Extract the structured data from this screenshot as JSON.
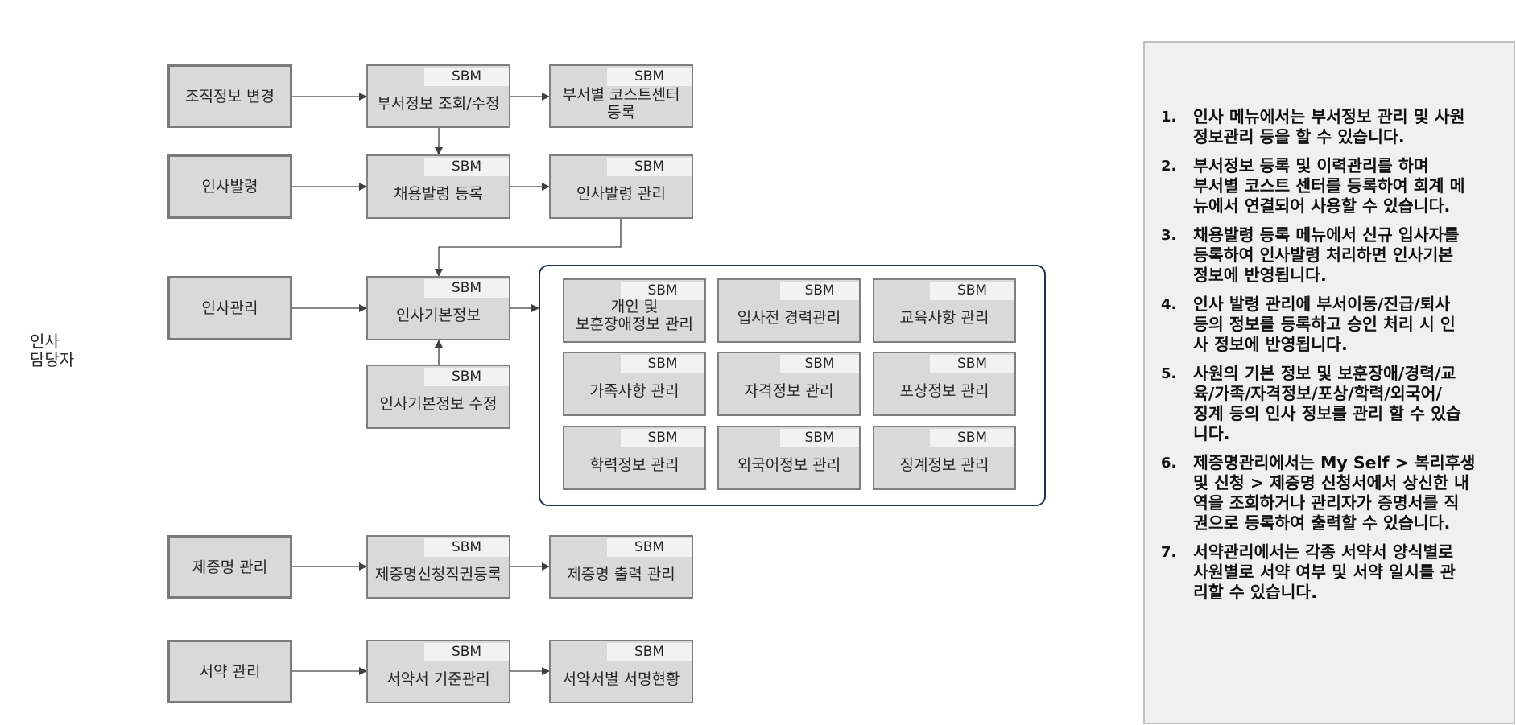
{
  "actor": {
    "label": "인사\n담당자"
  },
  "tag_label": "SBM",
  "rows": {
    "org": {
      "category": "조직정보 변경",
      "step1": "부서정보 조회/수정",
      "step2": "부서별 코스트센터\n등록"
    },
    "appoint": {
      "category": "인사발령",
      "step1": "채용발령 등록",
      "step2": "인사발령 관리"
    },
    "hr": {
      "category": "인사관리",
      "step1": "인사기본정보",
      "step1_edit": "인사기본정보 수정",
      "group": [
        "개인 및\n보훈장애정보 관리",
        "입사전 경력관리",
        "교육사항 관리",
        "가족사항 관리",
        "자격정보 관리",
        "포상정보 관리",
        "학력정보 관리",
        "외국어정보 관리",
        "징계정보 관리"
      ]
    },
    "cert": {
      "category": "제증명 관리",
      "step1": "제증명신청직권등록",
      "step2": "제증명 출력 관리"
    },
    "pledge": {
      "category": "서약 관리",
      "step1": "서약서 기준관리",
      "step2": "서약서별 서명현황"
    }
  },
  "notes": [
    {
      "num": "1.",
      "text": "인사 메뉴에서는 부서정보 관리 및 사원\n정보관리 등을 할 수 있습니다."
    },
    {
      "num": "2.",
      "text": "부서정보 등록 및 이력관리를 하며\n부서별 코스트 센터를 등록하여 회계 메\n뉴에서 연결되어 사용할 수 있습니다."
    },
    {
      "num": "3.",
      "text": "채용발령 등록 메뉴에서 신규 입사자를\n등록하여 인사발령 처리하면 인사기본\n정보에 반영됩니다."
    },
    {
      "num": "4.",
      "text": "인사 발령 관리에 부서이동/진급/퇴사\n등의 정보를 등록하고 승인 처리 시 인\n사 정보에 반영됩니다."
    },
    {
      "num": "5.",
      "text": "사원의 기본 정보 및 보훈장애/경력/교\n육/가족/자격정보/포상/학력/외국어/\n징계 등의 인사 정보를 관리 할 수 있습\n니다."
    },
    {
      "num": "6.",
      "text": "제증명관리에서는 My Self > 복리후생\n및 신청 > 제증명  신청서에서 상신한 내\n역을 조회하거나 관리자가 증명서를 직\n권으로 등록하여 출력할 수 있습니다."
    },
    {
      "num": "7.",
      "text": "서약관리에서는 각종 서약서 양식별로\n사원별로 서약 여부 및 서약 일시를 관\n리할 수 있습니다."
    }
  ]
}
